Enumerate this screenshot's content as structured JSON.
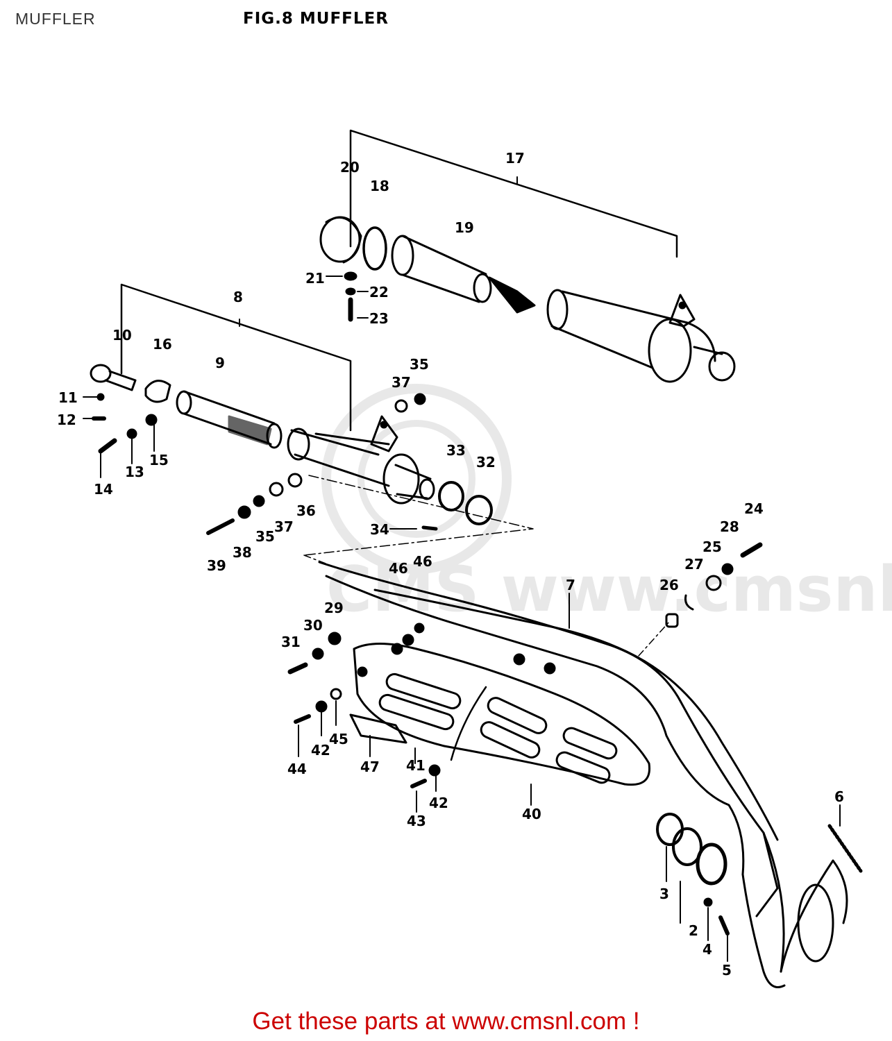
{
  "page_label": "MUFFLER",
  "figure_title": "FIG.8  MUFFLER",
  "footer_text": "Get these parts at www.cmsnl.com !",
  "watermark_text": "CMS www.cmsnl.com",
  "callouts": {
    "c2": "2",
    "c3": "3",
    "c4": "4",
    "c5": "5",
    "c6": "6",
    "c7": "7",
    "c8": "8",
    "c9": "9",
    "c10": "10",
    "c11": "11",
    "c12": "12",
    "c13": "13",
    "c14": "14",
    "c15": "15",
    "c16": "16",
    "c17": "17",
    "c18": "18",
    "c19": "19",
    "c20": "20",
    "c21": "21",
    "c22": "22",
    "c23": "23",
    "c24": "24",
    "c25": "25",
    "c26": "26",
    "c27": "27",
    "c28": "28",
    "c29": "29",
    "c30": "30",
    "c31": "31",
    "c32": "32",
    "c33": "33",
    "c34": "34",
    "c35a": "35",
    "c35b": "35",
    "c36": "36",
    "c37a": "37",
    "c37b": "37",
    "c38": "38",
    "c39": "39",
    "c40": "40",
    "c41": "41",
    "c42a": "42",
    "c42b": "42",
    "c43": "43",
    "c44": "44",
    "c45": "45",
    "c46a": "46",
    "c46b": "46",
    "c47": "47"
  }
}
